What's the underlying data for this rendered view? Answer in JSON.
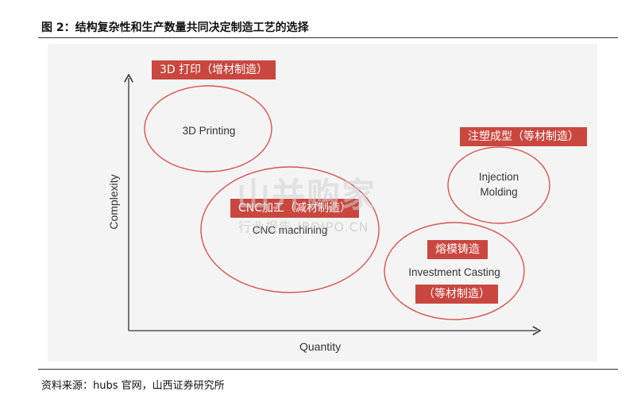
{
  "figure": {
    "title": "图 2：结构复杂性和生产数量共同决定制造工艺的选择",
    "source": "资料来源：hubs 官网，山西证券研究所"
  },
  "axes": {
    "x_label": "Quantity",
    "y_label": "Complexity"
  },
  "processes": {
    "printing": {
      "tag": "3D 打印（增材制造）",
      "label": "3D Printing"
    },
    "cnc": {
      "tag": "CNC加工（减材制造）",
      "label": "CNC machining"
    },
    "injection": {
      "tag": "注塑成型（等材制造）",
      "label_line1": "Injection",
      "label_line2": "Molding"
    },
    "casting": {
      "tag": "熔模铸造",
      "label": "Investment Casting",
      "tag2": "（等材制造）"
    }
  },
  "watermark": {
    "main": "山并购家",
    "sub": "行业报告 IPOIPO.CN"
  },
  "colors": {
    "accent": "#c9473f",
    "stroke": "#d9534f",
    "axis": "#333333"
  }
}
